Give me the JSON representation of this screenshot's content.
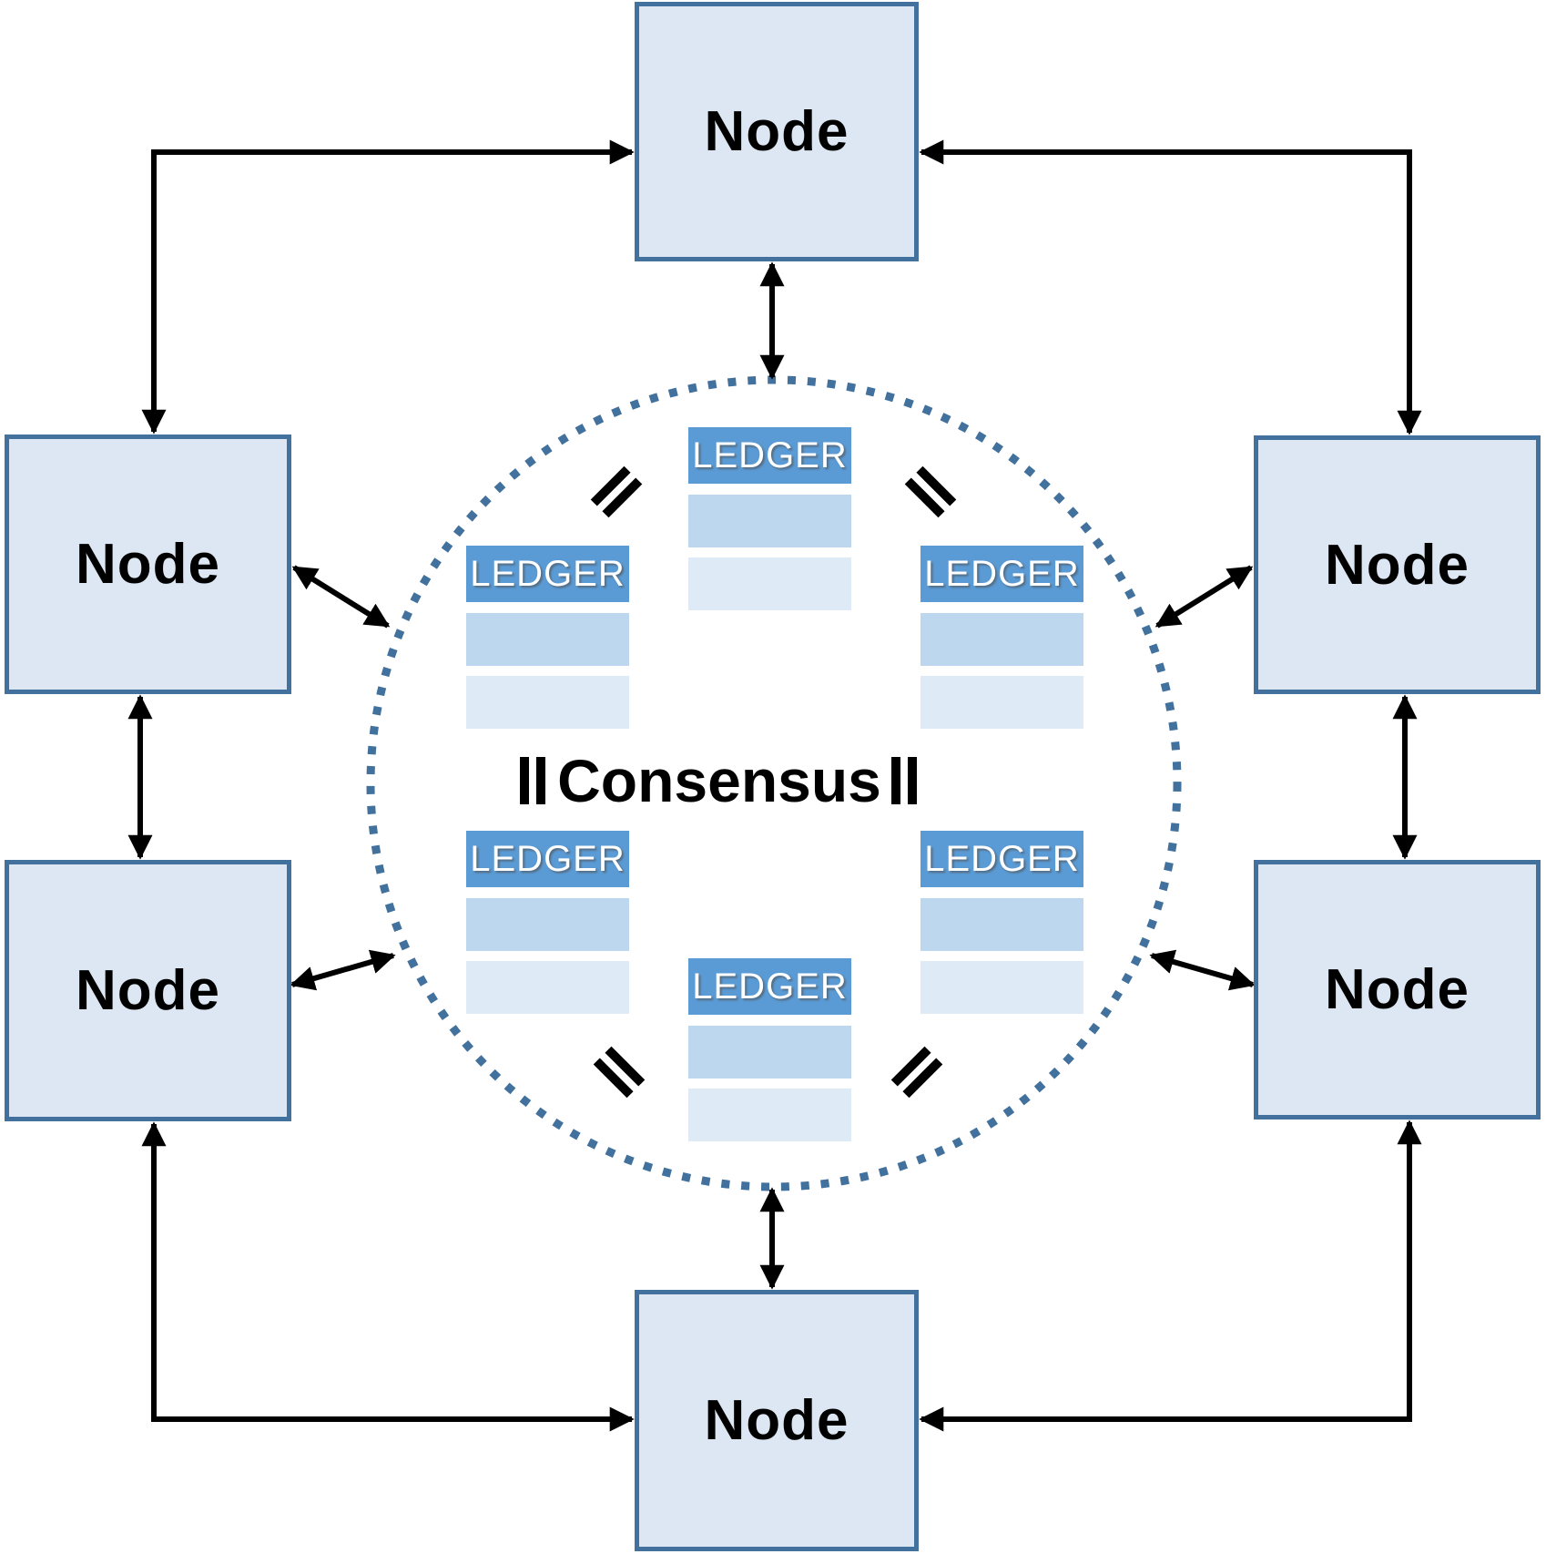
{
  "diagram": {
    "center": {
      "label": "Consensus"
    },
    "nodes": [
      {
        "id": "top",
        "label": "Node"
      },
      {
        "id": "left-upper",
        "label": "Node"
      },
      {
        "id": "right-upper",
        "label": "Node"
      },
      {
        "id": "left-lower",
        "label": "Node"
      },
      {
        "id": "right-lower",
        "label": "Node"
      },
      {
        "id": "bottom",
        "label": "Node"
      }
    ],
    "ledgers": [
      {
        "id": "top-center",
        "title": "LEDGER",
        "row_count": 2
      },
      {
        "id": "upper-left",
        "title": "LEDGER",
        "row_count": 2
      },
      {
        "id": "upper-right",
        "title": "LEDGER",
        "row_count": 2
      },
      {
        "id": "lower-left",
        "title": "LEDGER",
        "row_count": 2
      },
      {
        "id": "lower-right",
        "title": "LEDGER",
        "row_count": 2
      },
      {
        "id": "bottom-center",
        "title": "LEDGER",
        "row_count": 2
      }
    ],
    "colors": {
      "node_fill": "#dce7f3",
      "node_border": "#41719c",
      "ledger_header": "#5b9bd5",
      "ledger_row_1": "#bdd7ee",
      "ledger_row_2": "#deeaf6",
      "circle_dots": "#41719c",
      "arrow": "#000000"
    }
  }
}
